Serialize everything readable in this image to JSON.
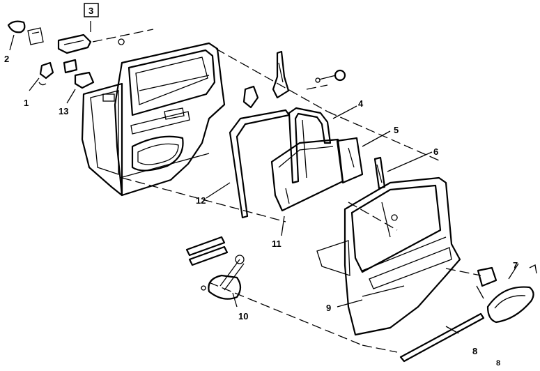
{
  "callouts": {
    "c1": "1",
    "c2": "2",
    "c3": "3",
    "c4": "4",
    "c5": "5",
    "c6": "6",
    "c7": "7",
    "c8": "8",
    "c9": "9",
    "c10": "10",
    "c11": "11",
    "c12": "12",
    "c13": "13",
    "corner": "8"
  },
  "colors": {
    "ink": "#000000",
    "paper": "#ffffff"
  }
}
